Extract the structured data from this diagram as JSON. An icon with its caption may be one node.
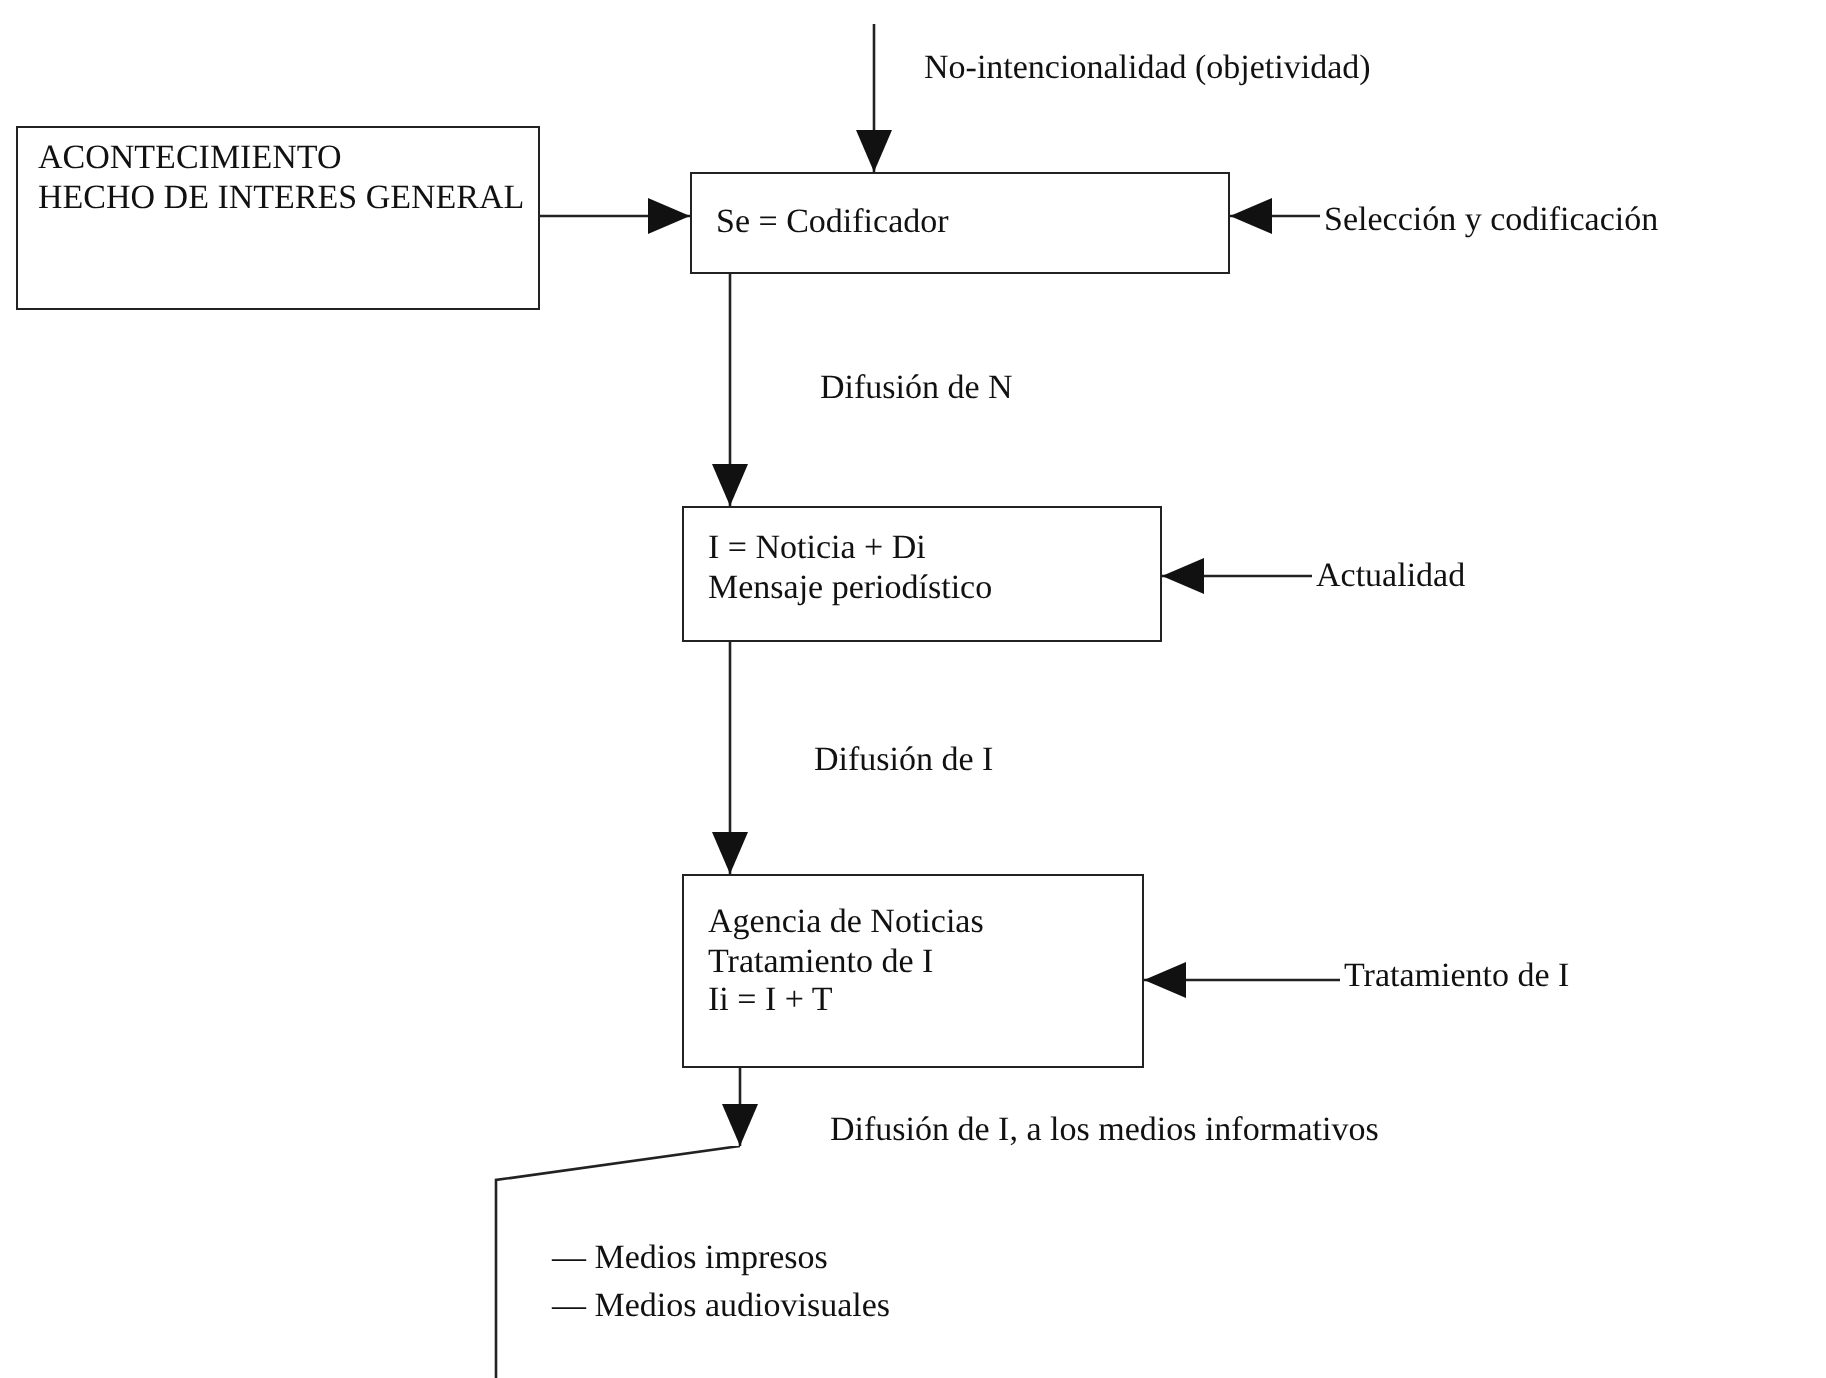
{
  "diagram": {
    "nodes": [
      {
        "text": [
          "ACONTECIMIENTO",
          "HECHO DE INTERES GENERAL"
        ]
      },
      {
        "text": [
          "Se = Codificador"
        ]
      },
      {
        "text": [
          "Selección y codificación"
        ]
      },
      {
        "text": [
          "I = Noticia + Di",
          "Mensaje periodístico"
        ]
      },
      {
        "text": [
          "Actualidad"
        ]
      },
      {
        "text": [
          "Agencia de Noticias",
          "Tratamiento de I",
          "Ii = I + T"
        ]
      },
      {
        "text": [
          "Tratamiento de I"
        ]
      },
      {
        "text": [
          "— Medios impresos",
          "— Medios audiovisuales"
        ]
      }
    ],
    "edges": [
      {
        "from": null,
        "to": 1,
        "arrow": "to",
        "label": "No-intencionalidad (objetividad)"
      },
      {
        "from": 0,
        "to": 1,
        "arrow": "to"
      },
      {
        "from": 2,
        "to": 1,
        "arrow": "to"
      },
      {
        "from": 1,
        "to": 3,
        "arrow": "to",
        "label": "Difusión de N"
      },
      {
        "from": 4,
        "to": 3,
        "arrow": "to"
      },
      {
        "from": 3,
        "to": 5,
        "arrow": "to",
        "label": "Difusión de I"
      },
      {
        "from": 6,
        "to": 5,
        "arrow": "to"
      },
      {
        "from": 5,
        "to": 7,
        "arrow": "to",
        "label": "Difusión de I, a los medios informativos"
      }
    ]
  }
}
